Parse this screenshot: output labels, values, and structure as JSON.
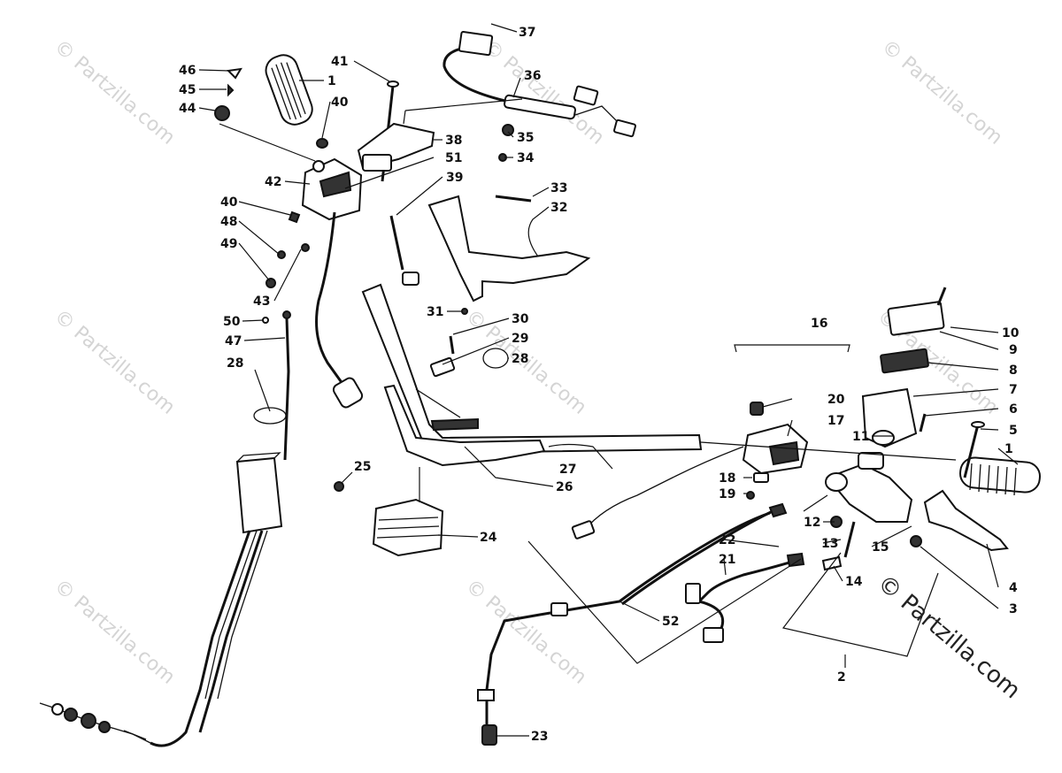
{
  "watermark_text": "© Partzilla.com",
  "copyright_text": "© Partzilla.com",
  "callouts": [
    "1",
    "2",
    "3",
    "4",
    "5",
    "6",
    "7",
    "8",
    "9",
    "10",
    "11",
    "12",
    "13",
    "14",
    "15",
    "16",
    "17",
    "18",
    "19",
    "20",
    "21",
    "22",
    "23",
    "24",
    "25",
    "26",
    "27",
    "28",
    "29",
    "30",
    "31",
    "32",
    "33",
    "34",
    "35",
    "36",
    "37",
    "38",
    "39",
    "40",
    "41",
    "42",
    "43",
    "44",
    "45",
    "46",
    "47",
    "48",
    "49",
    "50",
    "51",
    "52"
  ],
  "callout_extra": [
    "1",
    "40",
    "28"
  ]
}
